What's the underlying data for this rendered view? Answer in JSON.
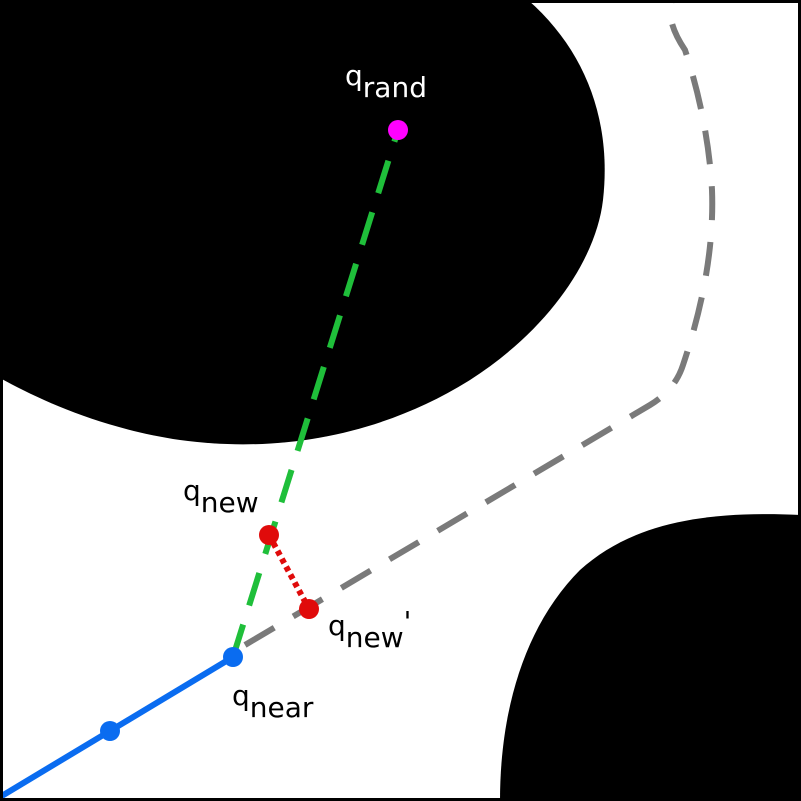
{
  "labels": {
    "q_rand": {
      "base": "q",
      "sub": "rand"
    },
    "q_new": {
      "base": "q",
      "sub": "new"
    },
    "q_new_prime": {
      "base": "q",
      "sub": "new",
      "prime": "'"
    },
    "q_near": {
      "base": "q",
      "sub": "near"
    }
  },
  "colors": {
    "obstacle": "#000000",
    "background": "#ffffff",
    "border": "#000000",
    "tree_edge": "#0a6cf0",
    "tree_node": "#0a6cf0",
    "extension_line": "#1fbf3a",
    "reference_path": "#7a7a7a",
    "projection_link": "#e00b0b",
    "q_new_node": "#e00b0b",
    "q_rand_node": "#ff00ff"
  }
}
